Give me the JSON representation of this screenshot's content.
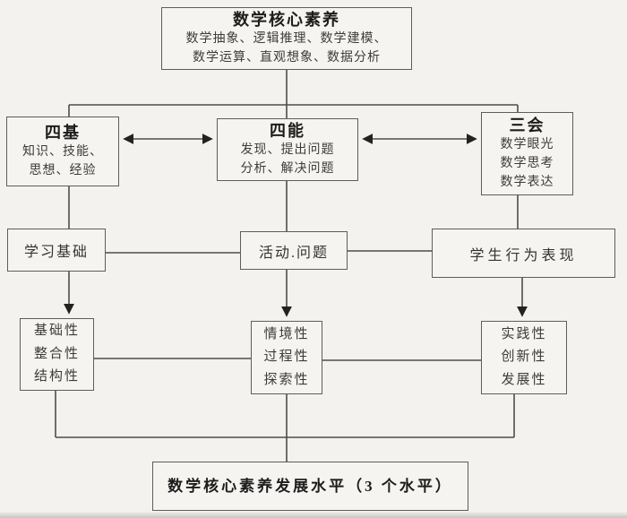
{
  "diagram_title": "数学核心素养",
  "colors": {
    "background": "#f3f2ee",
    "box_border": "#5d5d5d",
    "connector_line": "#4d4d4d",
    "text": "#2f2f2f"
  },
  "nodes": {
    "core": {
      "title": "数学核心素养",
      "lines": [
        "数学抽象、逻辑推理、数学建模、",
        "数学运算、直观想象、数据分析"
      ]
    },
    "siji": {
      "title": "四基",
      "lines": [
        "知识、技能、",
        "思想、经验"
      ]
    },
    "sineng": {
      "title": "四能",
      "lines": [
        "发现、提出问题",
        "分析、解决问题"
      ]
    },
    "sanhui": {
      "title": "三会",
      "lines": [
        "数学眼光",
        "数学思考",
        "数学表达"
      ]
    },
    "xuexi_jichu": {
      "label": "学习基础"
    },
    "huodong_wenti": {
      "label": "活动.问题"
    },
    "xuesheng_biaoxian": {
      "label": "学生行为表现"
    },
    "jichu_group": {
      "lines": [
        "基础性",
        "整合性",
        "结构性"
      ]
    },
    "qingjing_group": {
      "lines": [
        "情境性",
        "过程性",
        "探索性"
      ]
    },
    "shijian_group": {
      "lines": [
        "实践性",
        "创新性",
        "发展性"
      ]
    },
    "level": {
      "label": "数学核心素养发展水平（3 个水平）"
    }
  }
}
